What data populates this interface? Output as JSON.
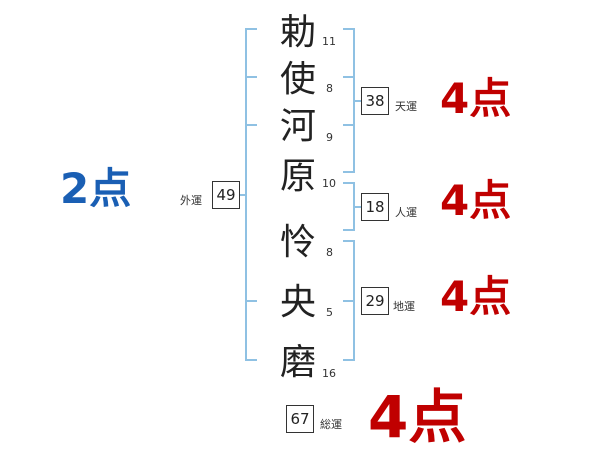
{
  "name": {
    "chars": [
      {
        "char": "勅",
        "strokes": "11"
      },
      {
        "char": "使",
        "strokes": "8"
      },
      {
        "char": "河",
        "strokes": "9"
      },
      {
        "char": "原",
        "strokes": "10"
      },
      {
        "char": "怜",
        "strokes": "8"
      },
      {
        "char": "央",
        "strokes": "5"
      },
      {
        "char": "磨",
        "strokes": "16"
      }
    ]
  },
  "fortunes": {
    "tenun": {
      "label": "天運",
      "value": "38",
      "score": "4点"
    },
    "jinun": {
      "label": "人運",
      "value": "18",
      "score": "4点"
    },
    "chiun": {
      "label": "地運",
      "value": "29",
      "score": "4点"
    },
    "gaiun": {
      "label": "外運",
      "value": "49",
      "score": "2点"
    },
    "souun": {
      "label": "総運",
      "value": "67",
      "score": "4点"
    }
  },
  "colors": {
    "good": "#c00000",
    "neutral": "#1a5fb4",
    "bracket": "#8fc1e3"
  }
}
